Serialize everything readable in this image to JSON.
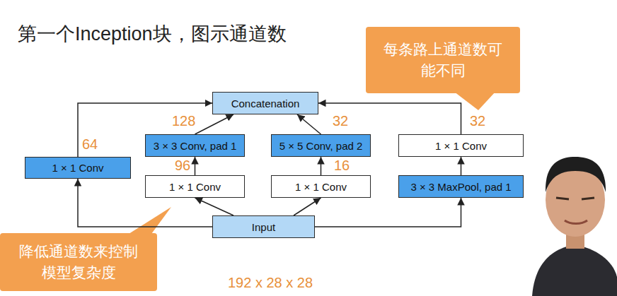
{
  "diagram": {
    "title": "第一个Inception块，图示通道数",
    "nodes": [
      {
        "text": [
          "每条路上通道数可 能不同"
        ]
      },
      {
        "text": [
          "Concatenation"
        ]
      },
      {
        "text": [
          "3 × 3 Conv, pad 1"
        ]
      },
      {
        "text": [
          "5 × 5 Conv, pad 2"
        ]
      },
      {
        "text": [
          "1 × 1 Conv"
        ]
      },
      {
        "text": [
          "1 × 1 Conv"
        ]
      },
      {
        "text": [
          "1 × 1 Conv"
        ]
      },
      {
        "text": [
          "1 × 1 Conv"
        ]
      },
      {
        "text": [
          "3 × 3 MaxPool, pad 1"
        ]
      },
      {
        "text": [
          "Input"
        ]
      },
      {
        "text": [
          "降低通道数来控制 模型复杂度"
        ]
      }
    ],
    "edges": [
      {
        "from": 9,
        "to": 5,
        "arrow": "to"
      },
      {
        "from": 9,
        "to": 6,
        "arrow": "to"
      },
      {
        "from": 9,
        "to": 7,
        "arrow": "to"
      },
      {
        "from": 9,
        "to": 8,
        "arrow": "to"
      },
      {
        "from": 6,
        "to": 2,
        "arrow": "to"
      },
      {
        "from": 7,
        "to": 3,
        "arrow": "to"
      },
      {
        "from": 8,
        "to": 4,
        "arrow": "to"
      },
      {
        "from": 5,
        "to": 1,
        "arrow": "to"
      },
      {
        "from": 2,
        "to": 1,
        "arrow": "to"
      },
      {
        "from": 3,
        "to": 1,
        "arrow": "to"
      },
      {
        "from": 4,
        "to": 1,
        "arrow": "to"
      }
    ],
    "labels": [
      "128",
      "32",
      "32",
      "64",
      "96",
      "16",
      "192 x 28 x 28"
    ]
  }
}
